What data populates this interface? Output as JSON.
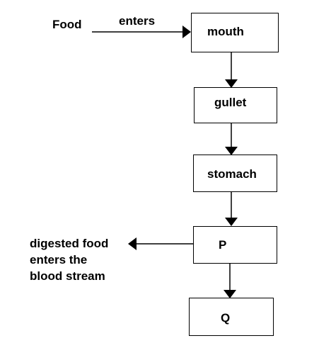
{
  "diagram": {
    "input_label": "Food",
    "input_arrow_label": "enters",
    "boxes": {
      "mouth": "mouth",
      "gullet": "gullet",
      "stomach": "stomach",
      "p": "P",
      "q": "Q"
    },
    "side_output_label": {
      "line1": "digested food",
      "line2": "enters the",
      "line3": "blood stream"
    }
  }
}
